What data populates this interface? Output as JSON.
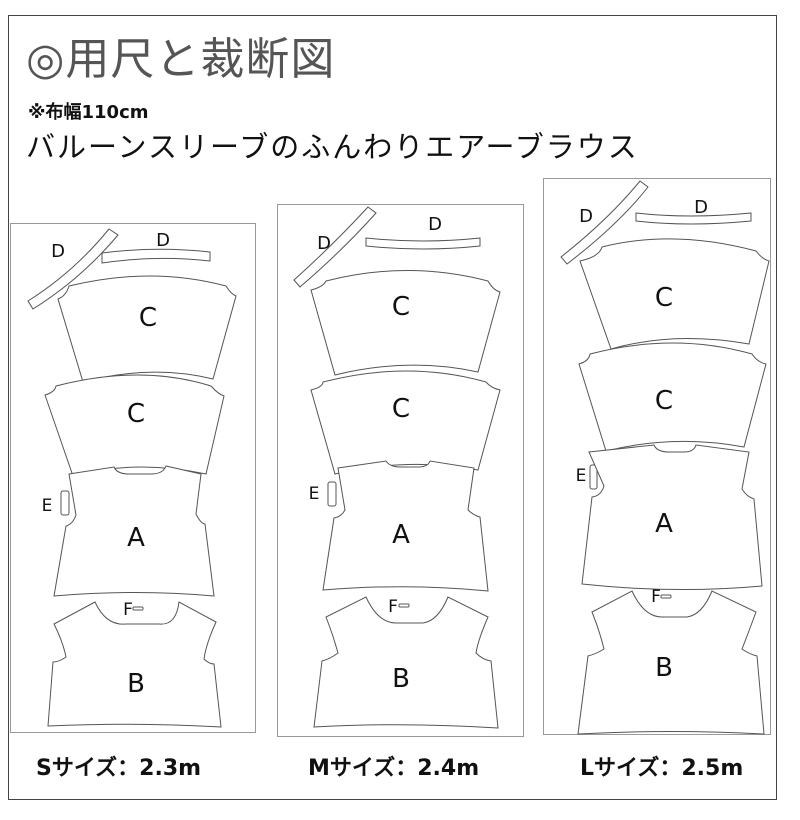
{
  "header": {
    "title": "◎用尺と裁断図",
    "fabric_note": "※布幅110cm",
    "product_name": "バルーンスリーブのふんわりエアーブラウス"
  },
  "panels": [
    {
      "size": "S",
      "yardage_label": "Sサイズ：2.3m",
      "pieces": {
        "D1": "D",
        "D2": "D",
        "C1": "C",
        "C2": "C",
        "E": "E",
        "A": "A",
        "F": "F",
        "B": "B"
      }
    },
    {
      "size": "M",
      "yardage_label": "Mサイズ：2.4m",
      "pieces": {
        "D1": "D",
        "D2": "D",
        "C1": "C",
        "C2": "C",
        "E": "E",
        "A": "A",
        "F": "F",
        "B": "B"
      }
    },
    {
      "size": "L",
      "yardage_label": "Lサイズ：2.5m",
      "pieces": {
        "D1": "D",
        "D2": "D",
        "C1": "C",
        "C2": "C",
        "E": "E",
        "A": "A",
        "F": "F",
        "B": "B"
      }
    }
  ],
  "colors": {
    "outer_border": "#444444",
    "panel_border": "#999999",
    "piece_stroke": "#555555",
    "title_text": "#555555"
  }
}
